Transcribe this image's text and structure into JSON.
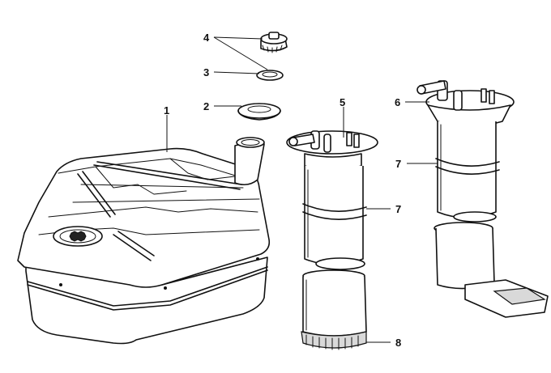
{
  "callouts": {
    "c1": "1",
    "c2": "2",
    "c3": "3",
    "c4": "4",
    "c5": "5",
    "c6": "6",
    "c7a": "7",
    "c7b": "7",
    "c8": "8"
  },
  "colors": {
    "line": "#111111",
    "background": "#ffffff"
  }
}
